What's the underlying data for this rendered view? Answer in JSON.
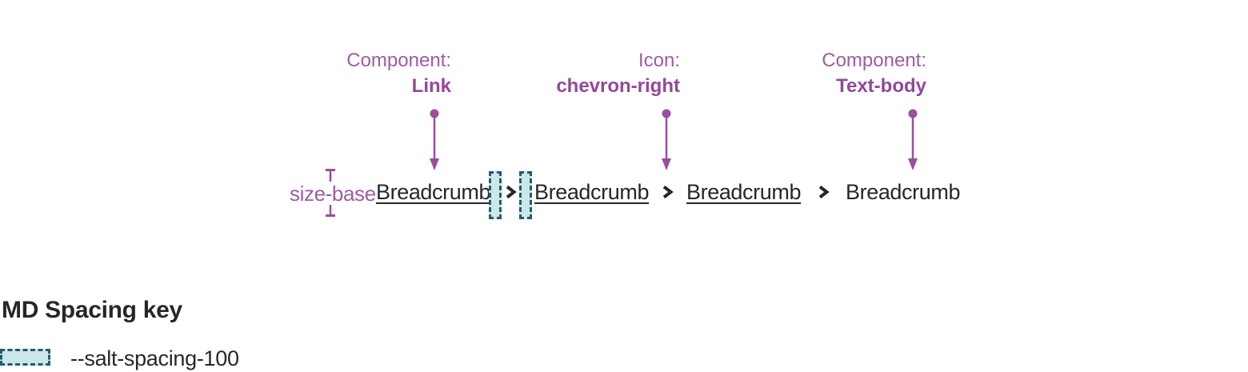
{
  "colors": {
    "purple_text": "#A05BA5",
    "purple_bold": "#93489A",
    "purple_arrow": "#9B4D9E",
    "teal_border": "#1D5E6C",
    "teal_fill": "#CCE7EB",
    "dark_text": "#25272B",
    "background": "#FFFFFF"
  },
  "icons": {
    "separator": "chevron-right",
    "annotation_pointer": "arrow-down",
    "measurement": "size-bracket"
  },
  "annotations": [
    {
      "prefix": "Component:",
      "value": "Link"
    },
    {
      "prefix": "Icon:",
      "value": "chevron-right"
    },
    {
      "prefix": "Component:",
      "value": "Text-body"
    }
  ],
  "measurement": {
    "label": "size-base"
  },
  "breadcrumb": {
    "items": [
      {
        "label": "Breadcrumb",
        "kind": "link"
      },
      {
        "label": "Breadcrumb",
        "kind": "link"
      },
      {
        "label": "Breadcrumb",
        "kind": "link"
      },
      {
        "label": "Breadcrumb",
        "kind": "current"
      }
    ]
  },
  "spacing_key": {
    "title": "MD Spacing key",
    "entries": [
      {
        "token": "--salt-spacing-100"
      }
    ]
  }
}
